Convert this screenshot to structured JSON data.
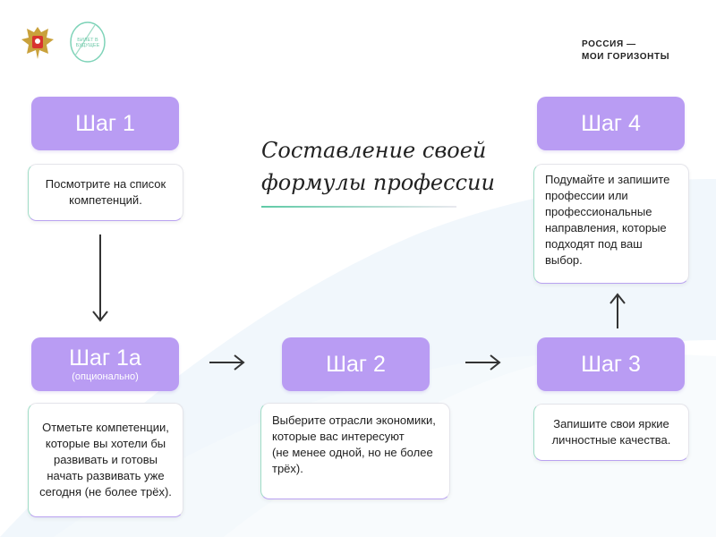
{
  "header": {
    "brand_line1": "РОССИЯ —",
    "brand_line2": "МОИ ГОРИЗОНТЫ",
    "logo_ticket_text": "БИЛЕТ В БУДУЩЕЕ"
  },
  "title": "Составление своей\nформулы профессии",
  "steps": {
    "step1": {
      "label": "Шаг 1",
      "text": "Посмотрите на список\nкомпетенций."
    },
    "step1a": {
      "label": "Шаг 1а",
      "sub": "(опционально)",
      "text": "Отметьте компетенции,\nкоторые вы хотели бы\nразвивать и готовы\nначать развивать уже\nсегодня (не более трёх)."
    },
    "step2": {
      "label": "Шаг 2",
      "text": "Выберите отрасли экономики,\nкоторые вас интересуют\n(не менее одной, но не более\nтрёх)."
    },
    "step3": {
      "label": "Шаг 3",
      "text": "Запишите свои яркие\nличностные качества."
    },
    "step4": {
      "label": "Шаг 4",
      "text": "Подумайте и запишите\nпрофессии или\nпрофессиональные\nнаправления, которые\nподходят под ваш\nвыбор."
    }
  },
  "colors": {
    "step_fill": "#b99cf3",
    "accent_green": "#5fcaa6",
    "card_border": "#e4e4ea"
  }
}
